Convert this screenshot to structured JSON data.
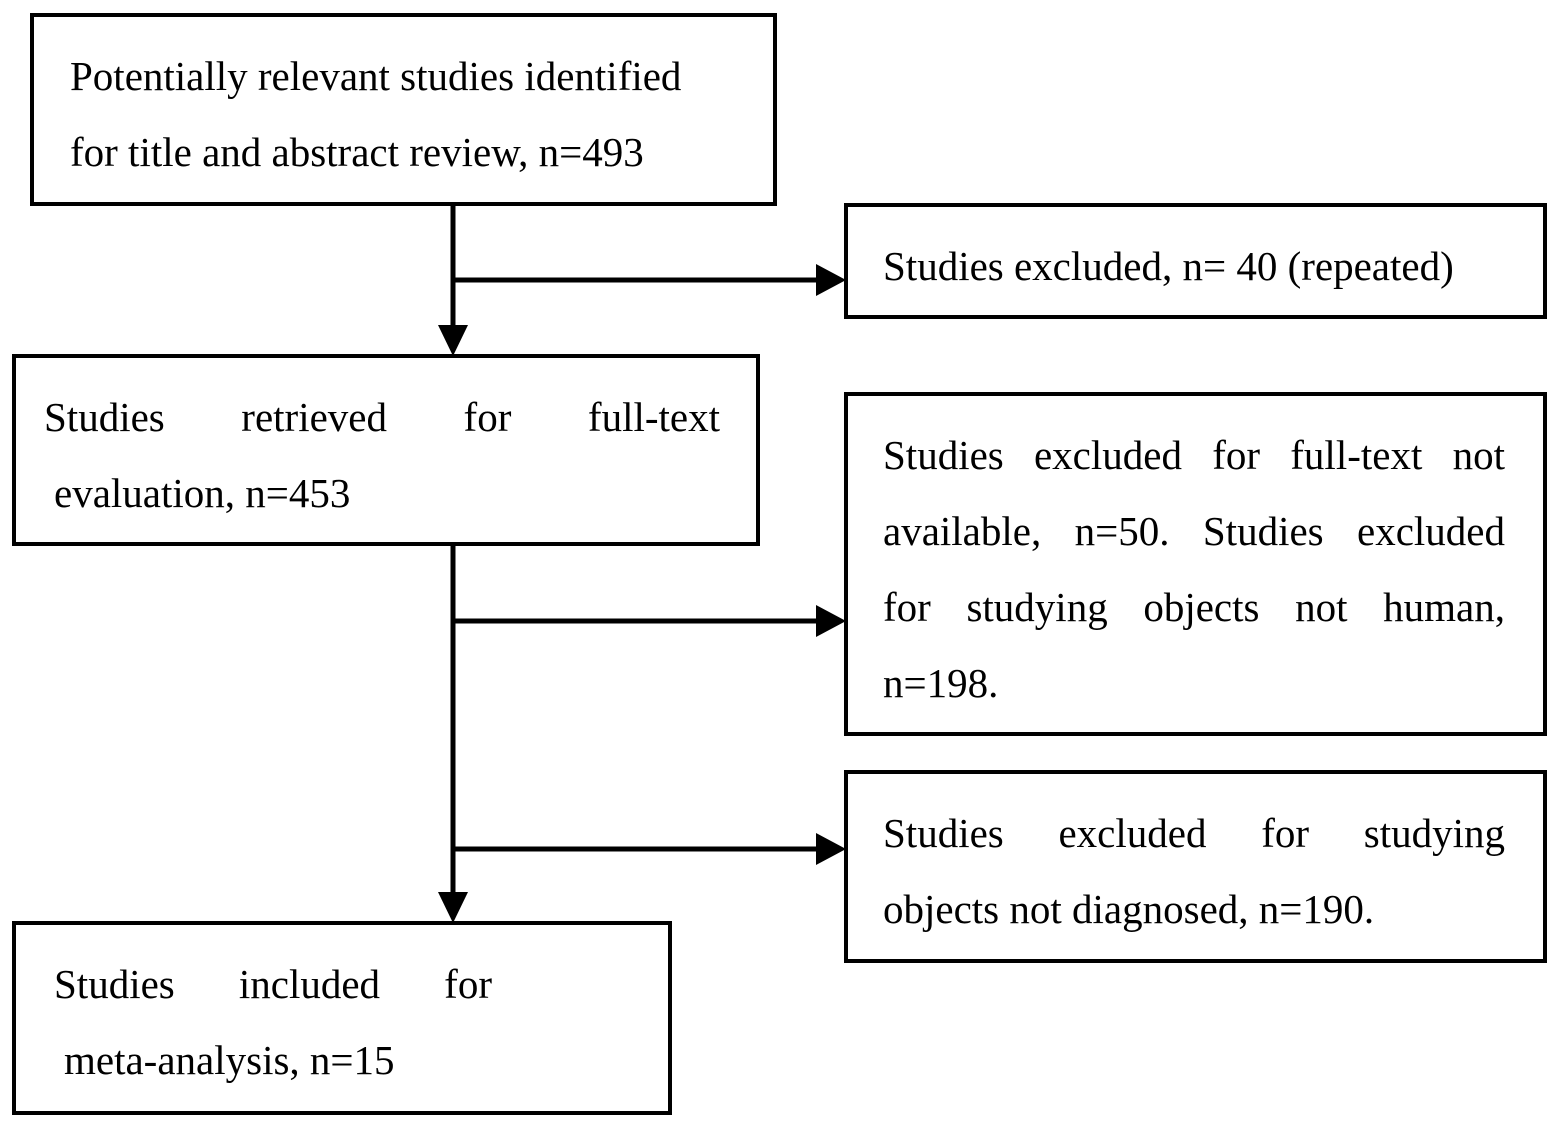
{
  "boxes": {
    "identified": {
      "line1": "Potentially relevant studies identified",
      "line2": "for title and abstract review, n=493"
    },
    "excluded_repeated": {
      "text": "Studies excluded, n= 40 (repeated)"
    },
    "retrieved": {
      "line1": "Studies retrieved for full-text",
      "line2": "evaluation, n=453"
    },
    "excluded_fulltext": {
      "line1": "Studies excluded for full-text not",
      "line2": "available, n=50. Studies excluded",
      "line3": "for studying objects not human,",
      "line4": "n=198."
    },
    "excluded_diagnosed": {
      "line1": "Studies excluded for studying",
      "line2": "objects not diagnosed, n=190."
    },
    "included": {
      "line1": "Studies included for",
      "line2": "meta-analysis, n=15"
    }
  }
}
